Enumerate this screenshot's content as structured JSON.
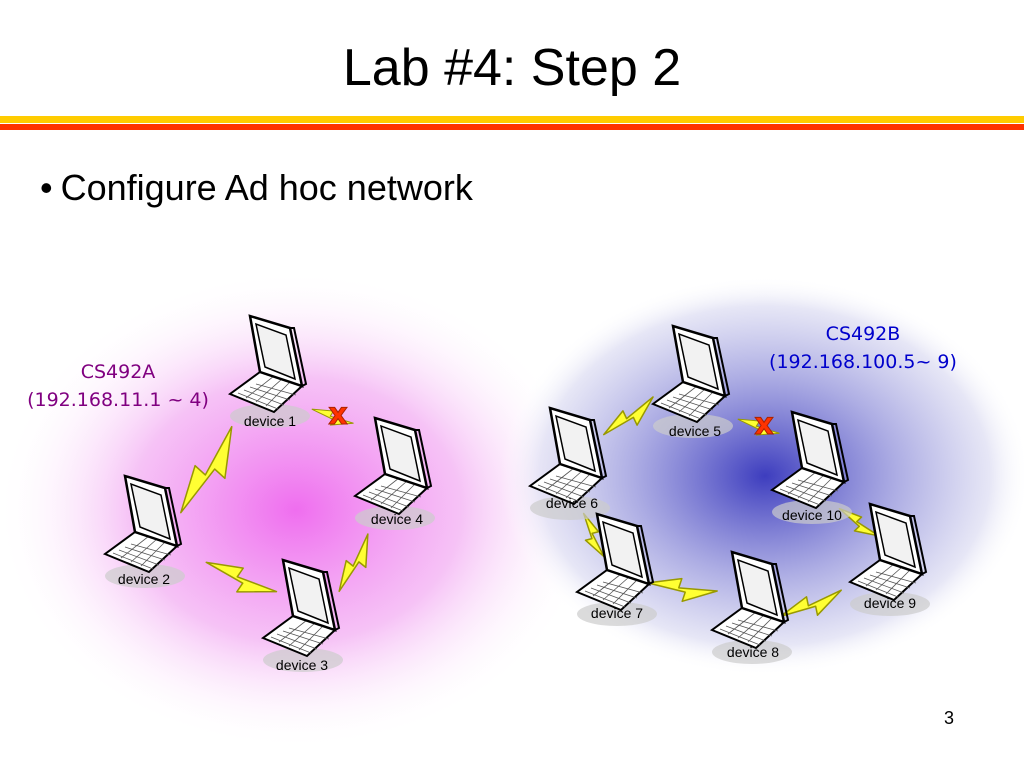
{
  "slide": {
    "title": "Lab #4: Step 2",
    "bullet": "Configure Ad hoc network",
    "page_number": "3"
  },
  "networks": [
    {
      "id": "a",
      "name": "CS492A",
      "range": "(192.168.11.1 ~ 4)",
      "label_color": "#800080",
      "glow_color": "#ee66ee"
    },
    {
      "id": "b",
      "name": "CS492B",
      "range": "(192.168.100.5~ 9)",
      "label_color": "#0000cc",
      "glow_color": "#3333bb"
    }
  ],
  "devices": [
    {
      "id": "d1",
      "label": "device 1",
      "network": "a"
    },
    {
      "id": "d2",
      "label": "device 2",
      "network": "a"
    },
    {
      "id": "d3",
      "label": "device 3",
      "network": "a"
    },
    {
      "id": "d4",
      "label": "device 4",
      "network": "a"
    },
    {
      "id": "d5",
      "label": "device 5",
      "network": "b"
    },
    {
      "id": "d6",
      "label": "device 6",
      "network": "b"
    },
    {
      "id": "d7",
      "label": "device 7",
      "network": "b"
    },
    {
      "id": "d8",
      "label": "device 8",
      "network": "b"
    },
    {
      "id": "d9",
      "label": "device 9",
      "network": "b"
    },
    {
      "id": "d10",
      "label": "device 10",
      "network": "b"
    }
  ],
  "links": [
    {
      "from": "d2",
      "to": "d1"
    },
    {
      "from": "d2",
      "to": "d3"
    },
    {
      "from": "d3",
      "to": "d4"
    },
    {
      "from": "d6",
      "to": "d5"
    },
    {
      "from": "d6",
      "to": "d7"
    },
    {
      "from": "d7",
      "to": "d8"
    },
    {
      "from": "d8",
      "to": "d9"
    },
    {
      "from": "d9",
      "to": "d10"
    }
  ],
  "broken_links": [
    {
      "from": "d1",
      "to": "d4",
      "mark": "x"
    },
    {
      "from": "d5",
      "to": "d10",
      "mark": "x"
    }
  ],
  "colors": {
    "lightning_fill": "#ffff33",
    "lightning_stroke": "#999900",
    "broken_mark": "#ff3300",
    "title_rule_yellow": "#ffcc00",
    "title_rule_red": "#ff3300"
  }
}
